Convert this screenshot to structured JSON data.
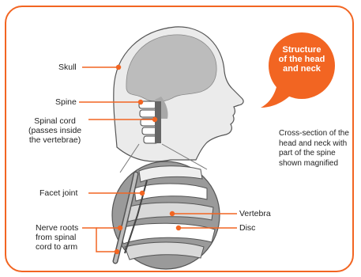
{
  "title": "Structure\nof the head\nand neck",
  "description": "Cross-section of the\nhead and neck with\npart of the spine\nshown magnified",
  "labels": {
    "skull": "Skull",
    "spine": "Spine",
    "spinal_cord": "Spinal cord\n(passes inside\nthe vertebrae)",
    "facet_joint": "Facet joint",
    "nerve_roots": "Nerve roots\nfrom spinal\ncord to arm",
    "vertebra": "Vertebra",
    "disc": "Disc"
  },
  "colors": {
    "accent": "#f26522",
    "outline": "#555555",
    "skin": "#ebebeb",
    "brain": "#bcbcbc",
    "magnified_bg": "#9a9a9a"
  }
}
